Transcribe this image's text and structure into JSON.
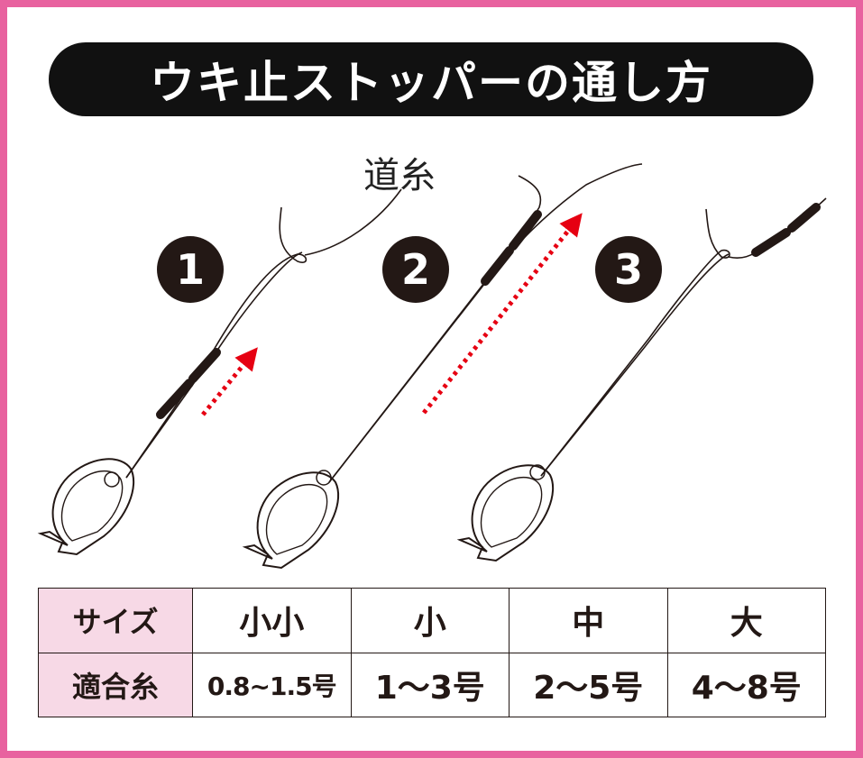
{
  "title": "ウキ止ストッパーの通し方",
  "line_label": "道糸",
  "steps": [
    "1",
    "2",
    "3"
  ],
  "colors": {
    "frame": "#e8629f",
    "arrow": "#e60012",
    "header_cell_bg": "#f7d9e6",
    "badge": "#231815"
  },
  "table": {
    "rows": [
      {
        "header": "サイズ",
        "cells": [
          "小小",
          "小",
          "中",
          "大"
        ]
      },
      {
        "header": "適合糸",
        "cells": [
          "0.8~1.5号",
          "1～3号",
          "2～5号",
          "4～8号"
        ]
      }
    ]
  }
}
